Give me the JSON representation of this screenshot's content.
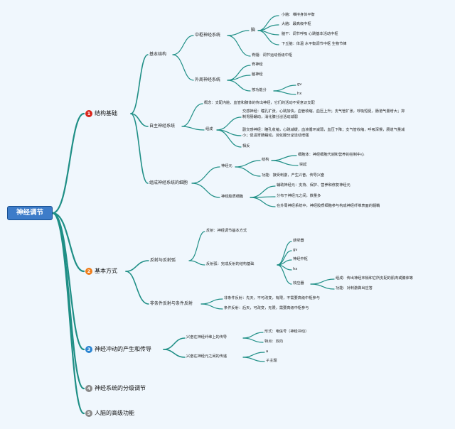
{
  "root": "神经调节",
  "badges": {
    "b1": "1",
    "b2": "2",
    "b3": "3",
    "b4": "4",
    "b5": "5"
  },
  "structure": {
    "title": "结构基础",
    "basic": "基本结构",
    "central": "中枢神经系统",
    "brain": "脑",
    "cerebellum": "小脑：维持身体平衡",
    "cerebrum": "大脑：最高级中枢",
    "brainstem": "脑干：调节呼吸 心跳基本活动中枢",
    "hypothalamus": "下丘脑：体温 水平衡调节中枢 生物节律",
    "spinal_cord": "脊髓：调节运动低级中枢",
    "peripheral": "外周神经系统",
    "spinal_nerve": "脊神经",
    "cranial_nerve": "脑神经",
    "function_div": "按功能分",
    "gv": "gv",
    "hx": "hx",
    "autonomic": "自主神经系统",
    "concept": "概念：支配内脏、血管和腺体的传出神经，它们的活动不受意识支配",
    "composition": "组成",
    "sympathetic": "交感神经：瞳孔扩张，心跳加快，血管收缩，血压上升；支气管扩张，呼吸短促，肠道气量增大；抑制胃肠蠕动，消化腺分泌活动减弱",
    "parasympathetic": "副交感神经：瞳孔收缩，心跳减缓，血液循环减弱，血压下降；支气管收缩，呼吸深慢，肠道气量减小；促进胃肠蠕动，消化腺分泌活动增强",
    "opposite": "相反",
    "cells": "组成神经系统的细胞",
    "neuron": "神经元",
    "neuron_structure": "结构",
    "cell_body": "细胞体：神经细胞代谢和营养的控制中心",
    "processes": "突起",
    "neuron_function": "功能：接受刺激，产生兴奋，传导兴奋",
    "glia": "神经胶质细胞",
    "glia_assist": "辅助神经元：支持、保护、营养和修复神经元",
    "glia_count": "分布于神经元之间，数量多",
    "glia_sheath": "在外周神经系统中，神经胶质细胞参与构成神经纤维表面的髓鞘"
  },
  "mode": {
    "title": "基本方式",
    "reflex": "反射与反射弧",
    "reflex_def": "反射：神经调节基本方式",
    "arc": "反射弧：完成反射的结构基础",
    "receptor": "感受器",
    "gv": "gv",
    "center": "神经中枢",
    "hx": "hx",
    "effector": "效应器",
    "effector_comp": "组成：传出神经末梢和它所支配的肌肉或腺体等",
    "effector_func": "功能：对刺激做出应答",
    "types": "非条件反射与条件反射",
    "unconditioned": "非条件反射：先天，不可改变，有限，不需要高级中枢参与",
    "conditioned": "条件反射：后天，可改变，无限，需要高级中枢参与"
  },
  "impulse": {
    "title": "神经冲动的产生和传导",
    "along_fiber": "兴奋在神经纤维上的传导",
    "form": "形式：电信号（神经冲动）",
    "feature": "特点：双向",
    "between_neurons": "兴奋在神经元之间的传递",
    "a": "a",
    "subtopic": "子主题"
  },
  "levels": {
    "title": "神经系统的分级调节"
  },
  "higher": {
    "title": "人脑的高级功能"
  },
  "colors": {
    "line": "#1f8f86",
    "root_fill": "#3d7cc9",
    "background": "#f0f7fd"
  },
  "icons": {
    "badge_1": "red-circle",
    "badge_2": "orange-circle",
    "badge_3": "blue-circle",
    "badge_4": "gray-circle",
    "badge_5": "gray-circle"
  }
}
